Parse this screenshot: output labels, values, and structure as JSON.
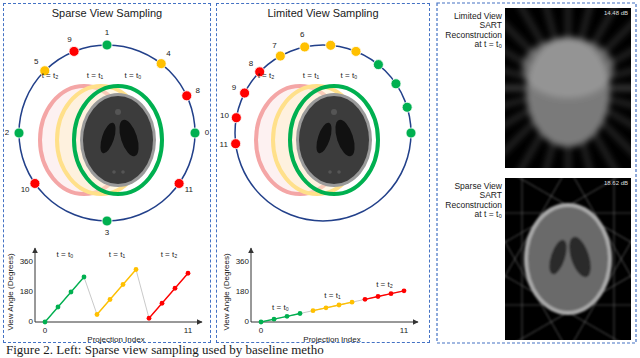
{
  "diagram": {
    "caption": "Figure 2. Left: Sparse view sampling used by baseline metho",
    "nodes": [
      {
        "text": [
          "Sparse View Sampling"
        ]
      },
      {
        "text": [
          "Limited View Sampling"
        ]
      },
      {
        "text": [
          "Limited View SART Reconstruction at t = t₀",
          "14.48 dB"
        ]
      },
      {
        "text": [
          "Sparse View SART Reconstruction at t = t₀",
          "18.62 dB"
        ]
      }
    ],
    "labels": [
      "9",
      "1",
      "5",
      "4",
      "8",
      "2",
      "0",
      "10",
      "11",
      "3",
      "t = t₀",
      "t = t₁",
      "t = t₂",
      "View Angle (Degrees)",
      "360",
      "180",
      "0",
      "t = t₀",
      "t = t₁",
      "t = t₂",
      "0",
      "11",
      "Projection Index",
      "7",
      "6",
      "8",
      "9",
      "10",
      "11",
      "t = t₀",
      "t = t₁",
      "t = t₂",
      "View Angle (Degrees)",
      "360",
      "180",
      "0",
      "t = t₀",
      "t = t₁",
      "t = t₂",
      "0",
      "11",
      "Projection Index"
    ]
  }
}
